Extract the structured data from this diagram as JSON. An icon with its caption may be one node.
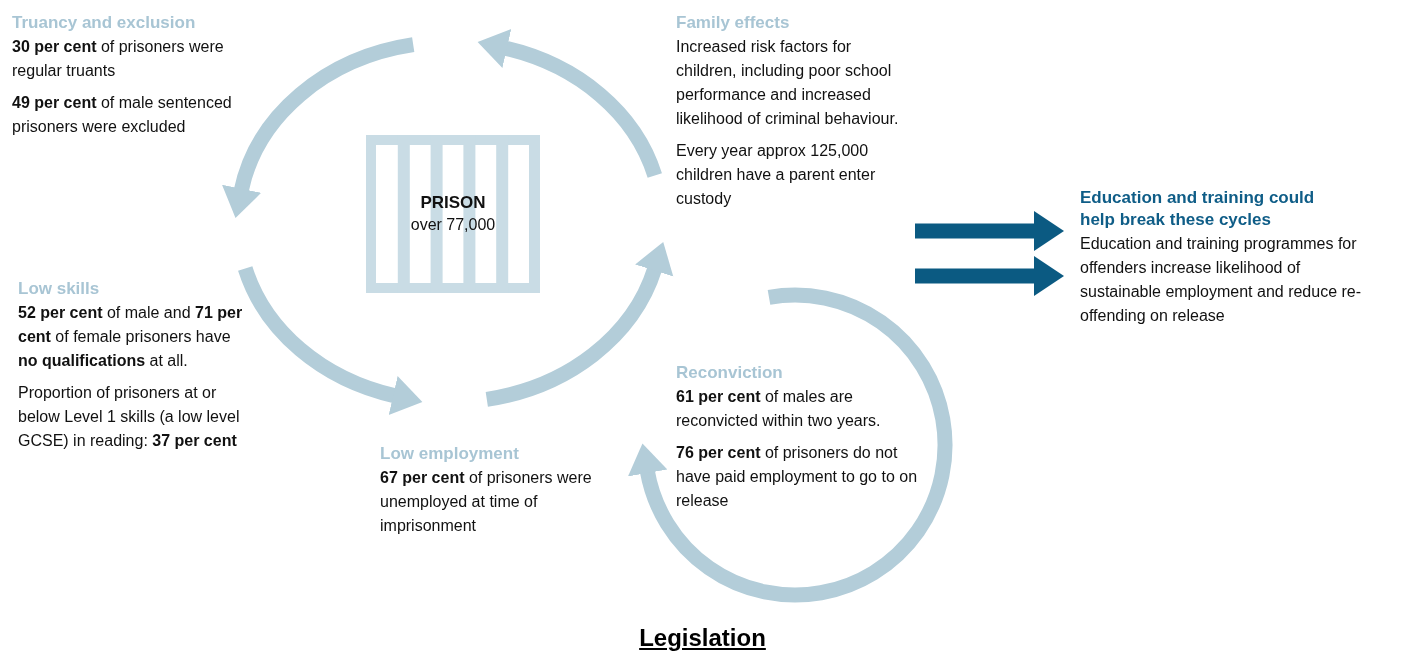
{
  "diagram": {
    "caption": "Legislation",
    "nodes": [
      {
        "text": [
          "Truancy and exclusion",
          "**30 per cent** of prisoners were regular truants",
          "**49 per cent** of male sentenced prisoners were excluded"
        ]
      },
      {
        "text": [
          "Family effects",
          "Increased risk factors for children, including poor school performance and increased likelihood of criminal behaviour.",
          "Every year approx 125,000 children have a parent enter custody"
        ]
      },
      {
        "text": [
          "PRISON",
          "over 77,000"
        ]
      },
      {
        "text": [
          "Low skills",
          "**52 per cent** of male and **71 per cent** of female prisoners have **no qualifications** at all.",
          "Proportion of prisoners at or below Level 1 skills (a low level GCSE) in reading: **37 per cent**"
        ]
      },
      {
        "text": [
          "Low employment",
          "**67 per cent** of prisoners were unemployed at time of imprisonment"
        ]
      },
      {
        "text": [
          "Reconviction",
          "**61 per cent** of males are reconvicted within two years.",
          "**76 per cent** of prisoners do not have paid employment to go to on release"
        ]
      },
      {
        "text": [
          "Education and training could help break these cycles",
          "Education and training programmes for offenders increase likelihood of sustainable employment and reduce re-offending on release"
        ]
      }
    ],
    "edges": [
      {
        "from": 1,
        "to": null,
        "arrow": "to"
      },
      {
        "from": null,
        "to": 0,
        "arrow": "to"
      },
      {
        "from": 3,
        "to": 4,
        "arrow": "to"
      },
      {
        "from": null,
        "to": 1,
        "arrow": "to"
      },
      {
        "from": null,
        "to": 4,
        "arrow": "to"
      },
      {
        "from": 1,
        "to": 6,
        "arrow": "to",
        "color": "#0b5a82"
      },
      {
        "from": null,
        "to": 6,
        "arrow": "to",
        "color": "#0b5a82"
      }
    ]
  }
}
